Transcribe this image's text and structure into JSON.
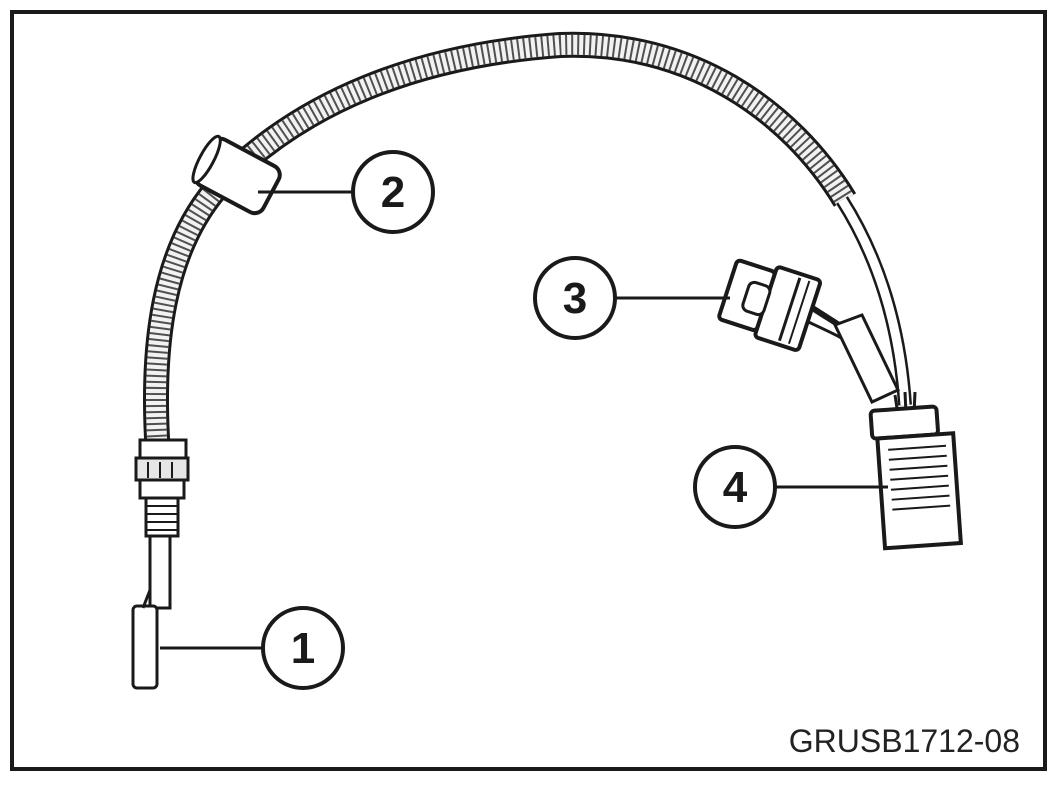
{
  "figure": {
    "code": "GRUSB1712-08"
  },
  "callouts": [
    {
      "number": "1"
    },
    {
      "number": "2"
    },
    {
      "number": "3"
    },
    {
      "number": "4"
    }
  ],
  "colors": {
    "frame": "#1a1a1a",
    "line": "#1a1a1a",
    "background": "#ffffff",
    "part_fill": "#f2f2f2"
  },
  "parts": [
    {
      "callout": "1",
      "icon": "temperature-sensor-probe-icon"
    },
    {
      "callout": "2",
      "icon": "cable-sleeve-icon"
    },
    {
      "callout": "3",
      "icon": "small-plug-connector-icon"
    },
    {
      "callout": "4",
      "icon": "large-plug-connector-icon"
    }
  ]
}
